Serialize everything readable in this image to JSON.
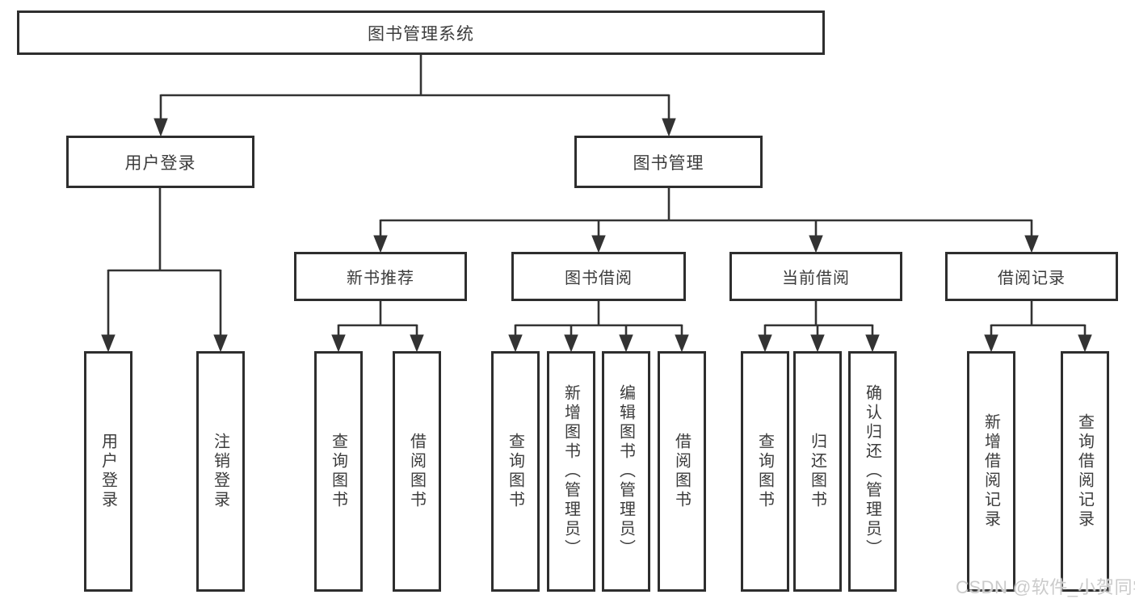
{
  "title": "图书管理系统",
  "level2": {
    "user_login": "用户登录",
    "book_mgmt": "图书管理"
  },
  "level3": {
    "new_book_rec": "新书推荐",
    "book_borrow": "图书借阅",
    "current_borrow": "当前借阅",
    "borrow_record": "借阅记录"
  },
  "leaves": {
    "user_login": [
      "用户登录",
      "注销登录"
    ],
    "new_book_rec": [
      "查询图书",
      "借阅图书"
    ],
    "book_borrow": [
      "查询图书",
      "新增图书（管理员）",
      "编辑图书（管理员）",
      "借阅图书"
    ],
    "current_borrow": [
      "查询图书",
      "归还图书",
      "确认归还（管理员）"
    ],
    "borrow_record": [
      "新增借阅记录",
      "查询借阅记录"
    ]
  },
  "watermark": "CSDN @软件_小贺同学",
  "colors": {
    "line": "#333333",
    "box_border": "#2e2e2e",
    "text": "#3c3c3c",
    "watermark": "#cbcbcb",
    "background": "#ffffff"
  }
}
